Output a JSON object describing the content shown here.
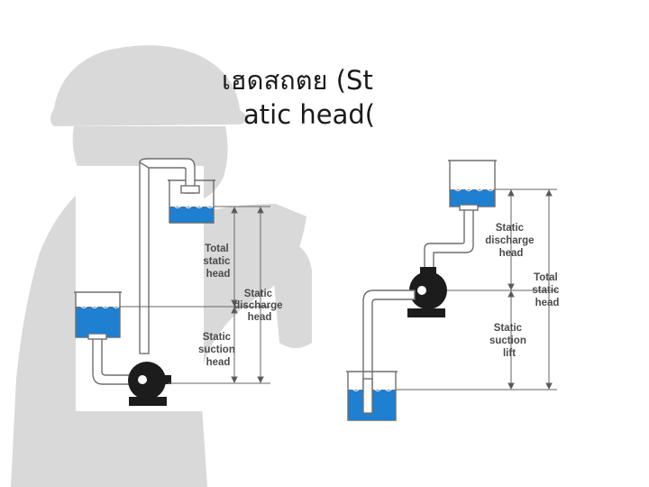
{
  "title": {
    "line1": "เฮดสถตย   (St",
    "line2": "atic head("
  },
  "colors": {
    "water": "#1f7fd0",
    "pipe_stroke": "#6e6e6e",
    "pump": "#1c1c1c",
    "label": "#4a4a4a",
    "watermark": "#d9d9d9"
  },
  "left_diagram": {
    "total_static_head": [
      "Total",
      "static",
      "head"
    ],
    "static_discharge_head": [
      "Static",
      "discharge",
      "head"
    ],
    "static_suction_head": [
      "Static",
      "suction",
      "head"
    ]
  },
  "right_diagram": {
    "static_discharge_head": [
      "Static",
      "discharge",
      "head"
    ],
    "total_static_head": [
      "Total",
      "static",
      "head"
    ],
    "static_suction_lift": [
      "Static",
      "suction",
      "lift"
    ]
  },
  "background": {
    "icon": "construction-worker-hardhat-silhouette"
  }
}
